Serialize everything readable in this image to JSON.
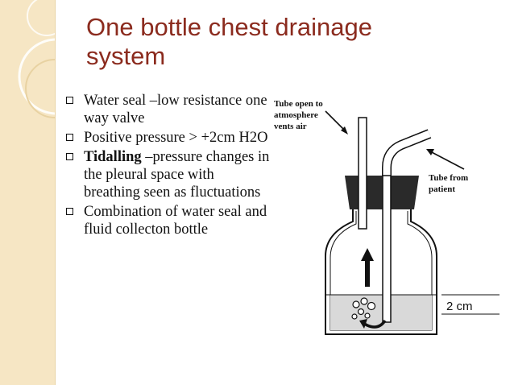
{
  "slide": {
    "title": "One bottle chest drainage system"
  },
  "bullets": [
    {
      "bold": "",
      "text": "Water seal –low resistance one way valve"
    },
    {
      "bold": "",
      "text": "Positive pressure > +2cm H2O"
    },
    {
      "bold": "Tidalling",
      "text": " –pressure changes in the pleural space with breathing seen as fluctuations"
    },
    {
      "bold": "",
      "text": "Combination of water seal and fluid collecton bottle"
    }
  ],
  "diagram": {
    "label_tube_open_line1": "Tube open to",
    "label_tube_open_line2": "atmosphere",
    "label_tube_open_line3": "vents air",
    "label_tube_from_line1": "Tube from",
    "label_tube_from_line2": "patient",
    "scale_label": "2 cm"
  },
  "colors": {
    "title": "#8b2b1e",
    "side_band": "#f6e6c4",
    "water": "#d9d9d9",
    "stopper": "#2a2a2a"
  }
}
